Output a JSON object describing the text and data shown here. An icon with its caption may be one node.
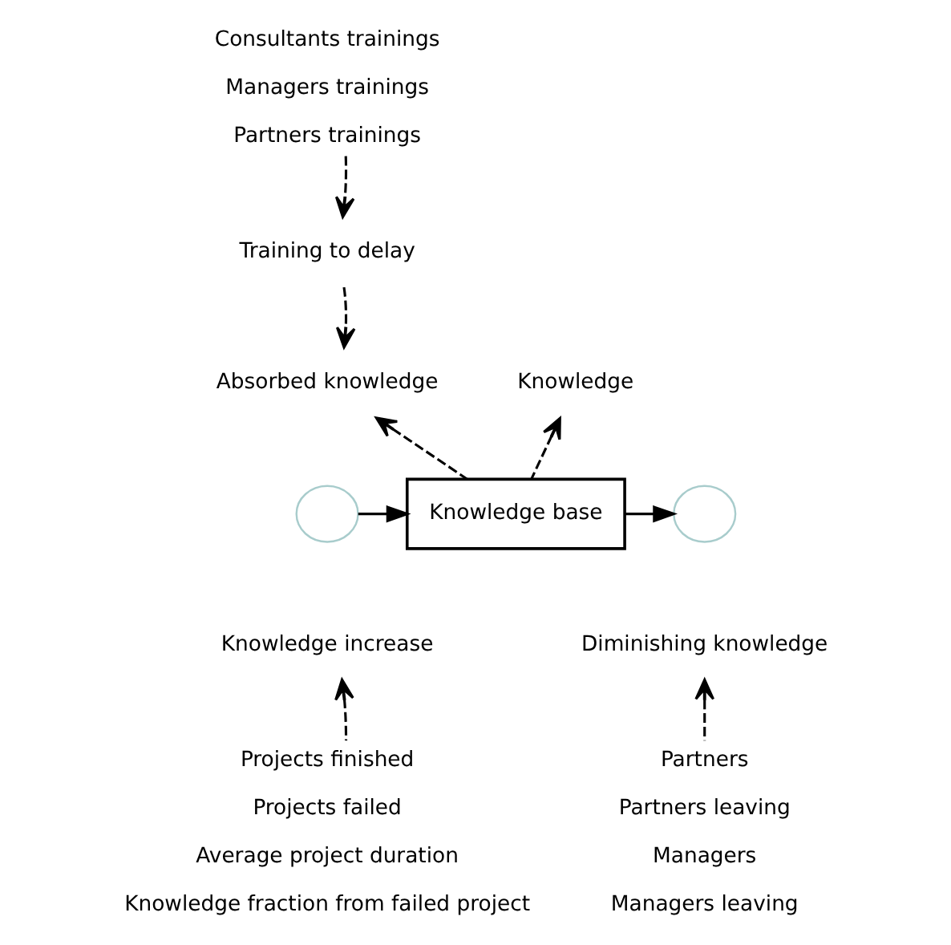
{
  "diagram": {
    "nodes": [
      {
        "text": [],
        "shape": "cloud"
      },
      {
        "text": [
          "Knowledge increase"
        ]
      },
      {
        "text": [
          "Knowledge base"
        ]
      },
      {
        "text": [
          "Diminishing knowledge"
        ]
      },
      {
        "text": [],
        "shape": "cloud"
      },
      {
        "text": [
          "Consultants trainings",
          "Managers trainings",
          "Partners trainings"
        ]
      },
      {
        "text": [
          "Training to delay"
        ]
      },
      {
        "text": [
          "Absorbed knowledge"
        ]
      },
      {
        "text": [
          "Knowledge"
        ]
      },
      {
        "text": [
          "Projects finished",
          "Projects failed",
          "Average project duration",
          "Knowledge fraction from failed project"
        ]
      },
      {
        "text": [
          "Partners",
          "Partners leaving",
          "Managers",
          "Managers leaving"
        ]
      }
    ],
    "edges": [
      {
        "from": 0,
        "to": 2,
        "arrow": "to"
      },
      {
        "from": 2,
        "to": 4,
        "arrow": "to"
      },
      {
        "from": 5,
        "to": 6,
        "arrow": "to",
        "style": "dashed"
      },
      {
        "from": 6,
        "to": 7,
        "arrow": "to",
        "style": "dashed"
      },
      {
        "from": 2,
        "to": 7,
        "arrow": "to",
        "style": "dashed"
      },
      {
        "from": 2,
        "to": 8,
        "arrow": "to",
        "style": "dashed"
      },
      {
        "from": 9,
        "to": 1,
        "arrow": "to",
        "style": "dashed"
      },
      {
        "from": 10,
        "to": 3,
        "arrow": "to",
        "style": "dashed"
      }
    ]
  }
}
